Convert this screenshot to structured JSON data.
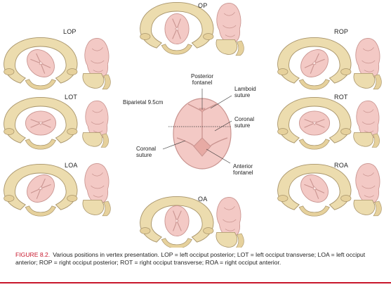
{
  "positions": [
    {
      "id": "OP",
      "label": "OP"
    },
    {
      "id": "LOP",
      "label": "LOP"
    },
    {
      "id": "ROP",
      "label": "ROP"
    },
    {
      "id": "LOT",
      "label": "LOT"
    },
    {
      "id": "ROT",
      "label": "ROT"
    },
    {
      "id": "LOA",
      "label": "LOA"
    },
    {
      "id": "ROA",
      "label": "ROA"
    },
    {
      "id": "OA",
      "label": "OA"
    }
  ],
  "skull": {
    "posterior_fontanel": "Posterior\nfontanel",
    "lamboid_suture": "Lamboid\nsuture",
    "biparietal": "Biparietal 9.5cm",
    "coronal_suture_right": "Coronal\nsuture",
    "coronal_suture_left": "Coronal\nsuture",
    "anterior_fontanel": "Anterior\nfontanel"
  },
  "caption": {
    "figure_number": "FIGURE 8.2.",
    "text": "Various positions in vertex presentation. LOP = left occiput posterior; LOT = left occiput transverse; LOA = left occiput anterior; ROP = right occiput posterior; ROT = right occiput transverse; ROA = right occiput anterior."
  },
  "colors": {
    "pelvis": "#ecdcae",
    "pelvis_stroke": "#a8946a",
    "fetus": "#f3c9c5",
    "fetus_stroke": "#c99490",
    "accent": "#c8172c"
  }
}
